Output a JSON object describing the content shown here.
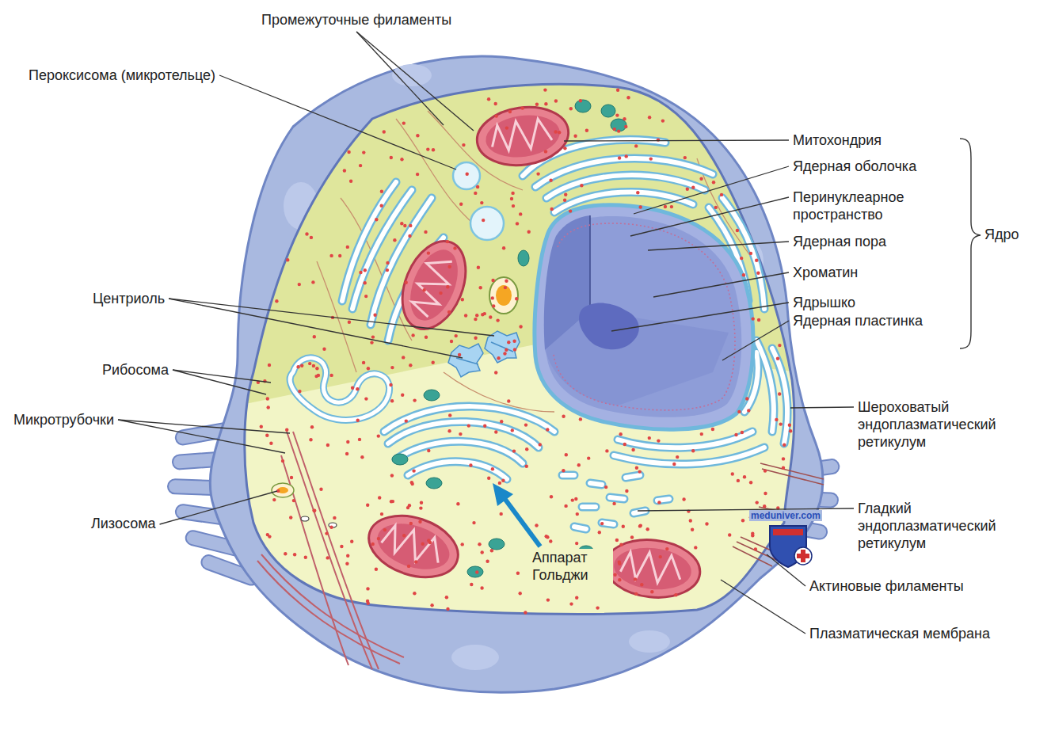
{
  "diagram": {
    "labels": [
      "Промежуточные филаменты",
      "Пероксисома (микротельце)",
      "Митохондрия",
      "Ядерная оболочка",
      "Перинуклеарное пространство",
      "Ядерная пора",
      "Хроматин",
      "Ядрышко",
      "Ядерная пластинка",
      "Ядро",
      "Центриоль",
      "Рибосома",
      "Микротрубочки",
      "Шероховатый эндоплазматический ретикулум",
      "Гладкий эндоплазматический ретикулум",
      "Лизосома",
      "Аппарат Гольджи",
      "Актиновые филаменты",
      "Плазматическая мембрана",
      "meduniver.com"
    ]
  }
}
